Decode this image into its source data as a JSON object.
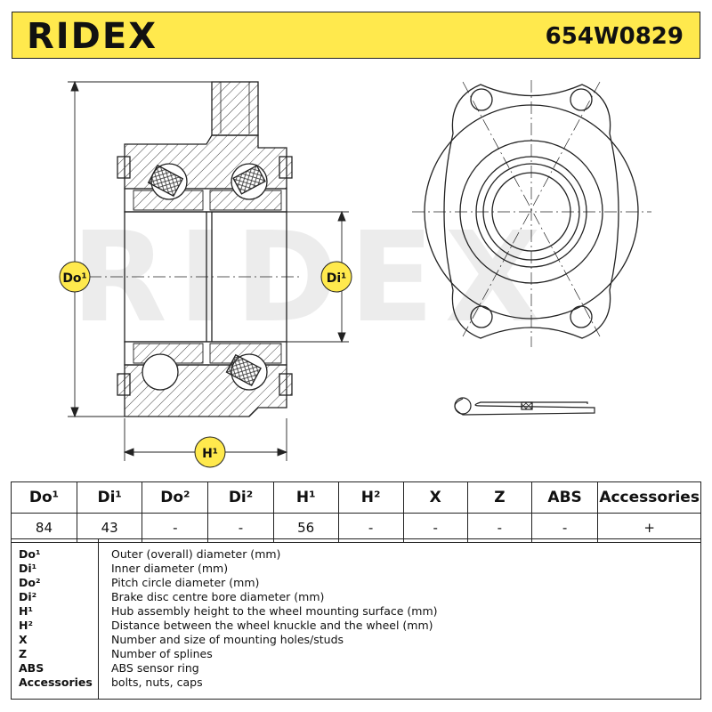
{
  "header": {
    "brand": "RIDEX",
    "part_number": "654W0829"
  },
  "drawing": {
    "labels": {
      "do1": "Do¹",
      "di1": "Di¹",
      "h1": "H¹"
    },
    "watermark": "RIDEX"
  },
  "spec_table": {
    "headers": [
      "Do¹",
      "Di¹",
      "Do²",
      "Di²",
      "H¹",
      "H²",
      "X",
      "Z",
      "ABS",
      "Accessories"
    ],
    "values": [
      "84",
      "43",
      "-",
      "-",
      "56",
      "-",
      "-",
      "-",
      "-",
      "+"
    ]
  },
  "legend": [
    {
      "key": "Do¹",
      "desc": "Outer (overall) diameter (mm)"
    },
    {
      "key": "Di¹",
      "desc": "Inner diameter (mm)"
    },
    {
      "key": "Do²",
      "desc": "Pitch circle diameter (mm)"
    },
    {
      "key": "Di²",
      "desc": "Brake disc centre bore diameter (mm)"
    },
    {
      "key": "H¹",
      "desc": "Hub assembly height to the wheel mounting surface (mm)"
    },
    {
      "key": "H²",
      "desc": "Distance between the wheel knuckle and the wheel (mm)"
    },
    {
      "key": "X",
      "desc": "Number and size of mounting holes/studs"
    },
    {
      "key": "Z",
      "desc": "Number of splines"
    },
    {
      "key": "ABS",
      "desc": "ABS sensor ring"
    },
    {
      "key": "Accessories",
      "desc": "bolts, nuts, caps"
    }
  ],
  "colors": {
    "header_bg": "#ffe94d",
    "label_badge": "#ffe94d"
  }
}
